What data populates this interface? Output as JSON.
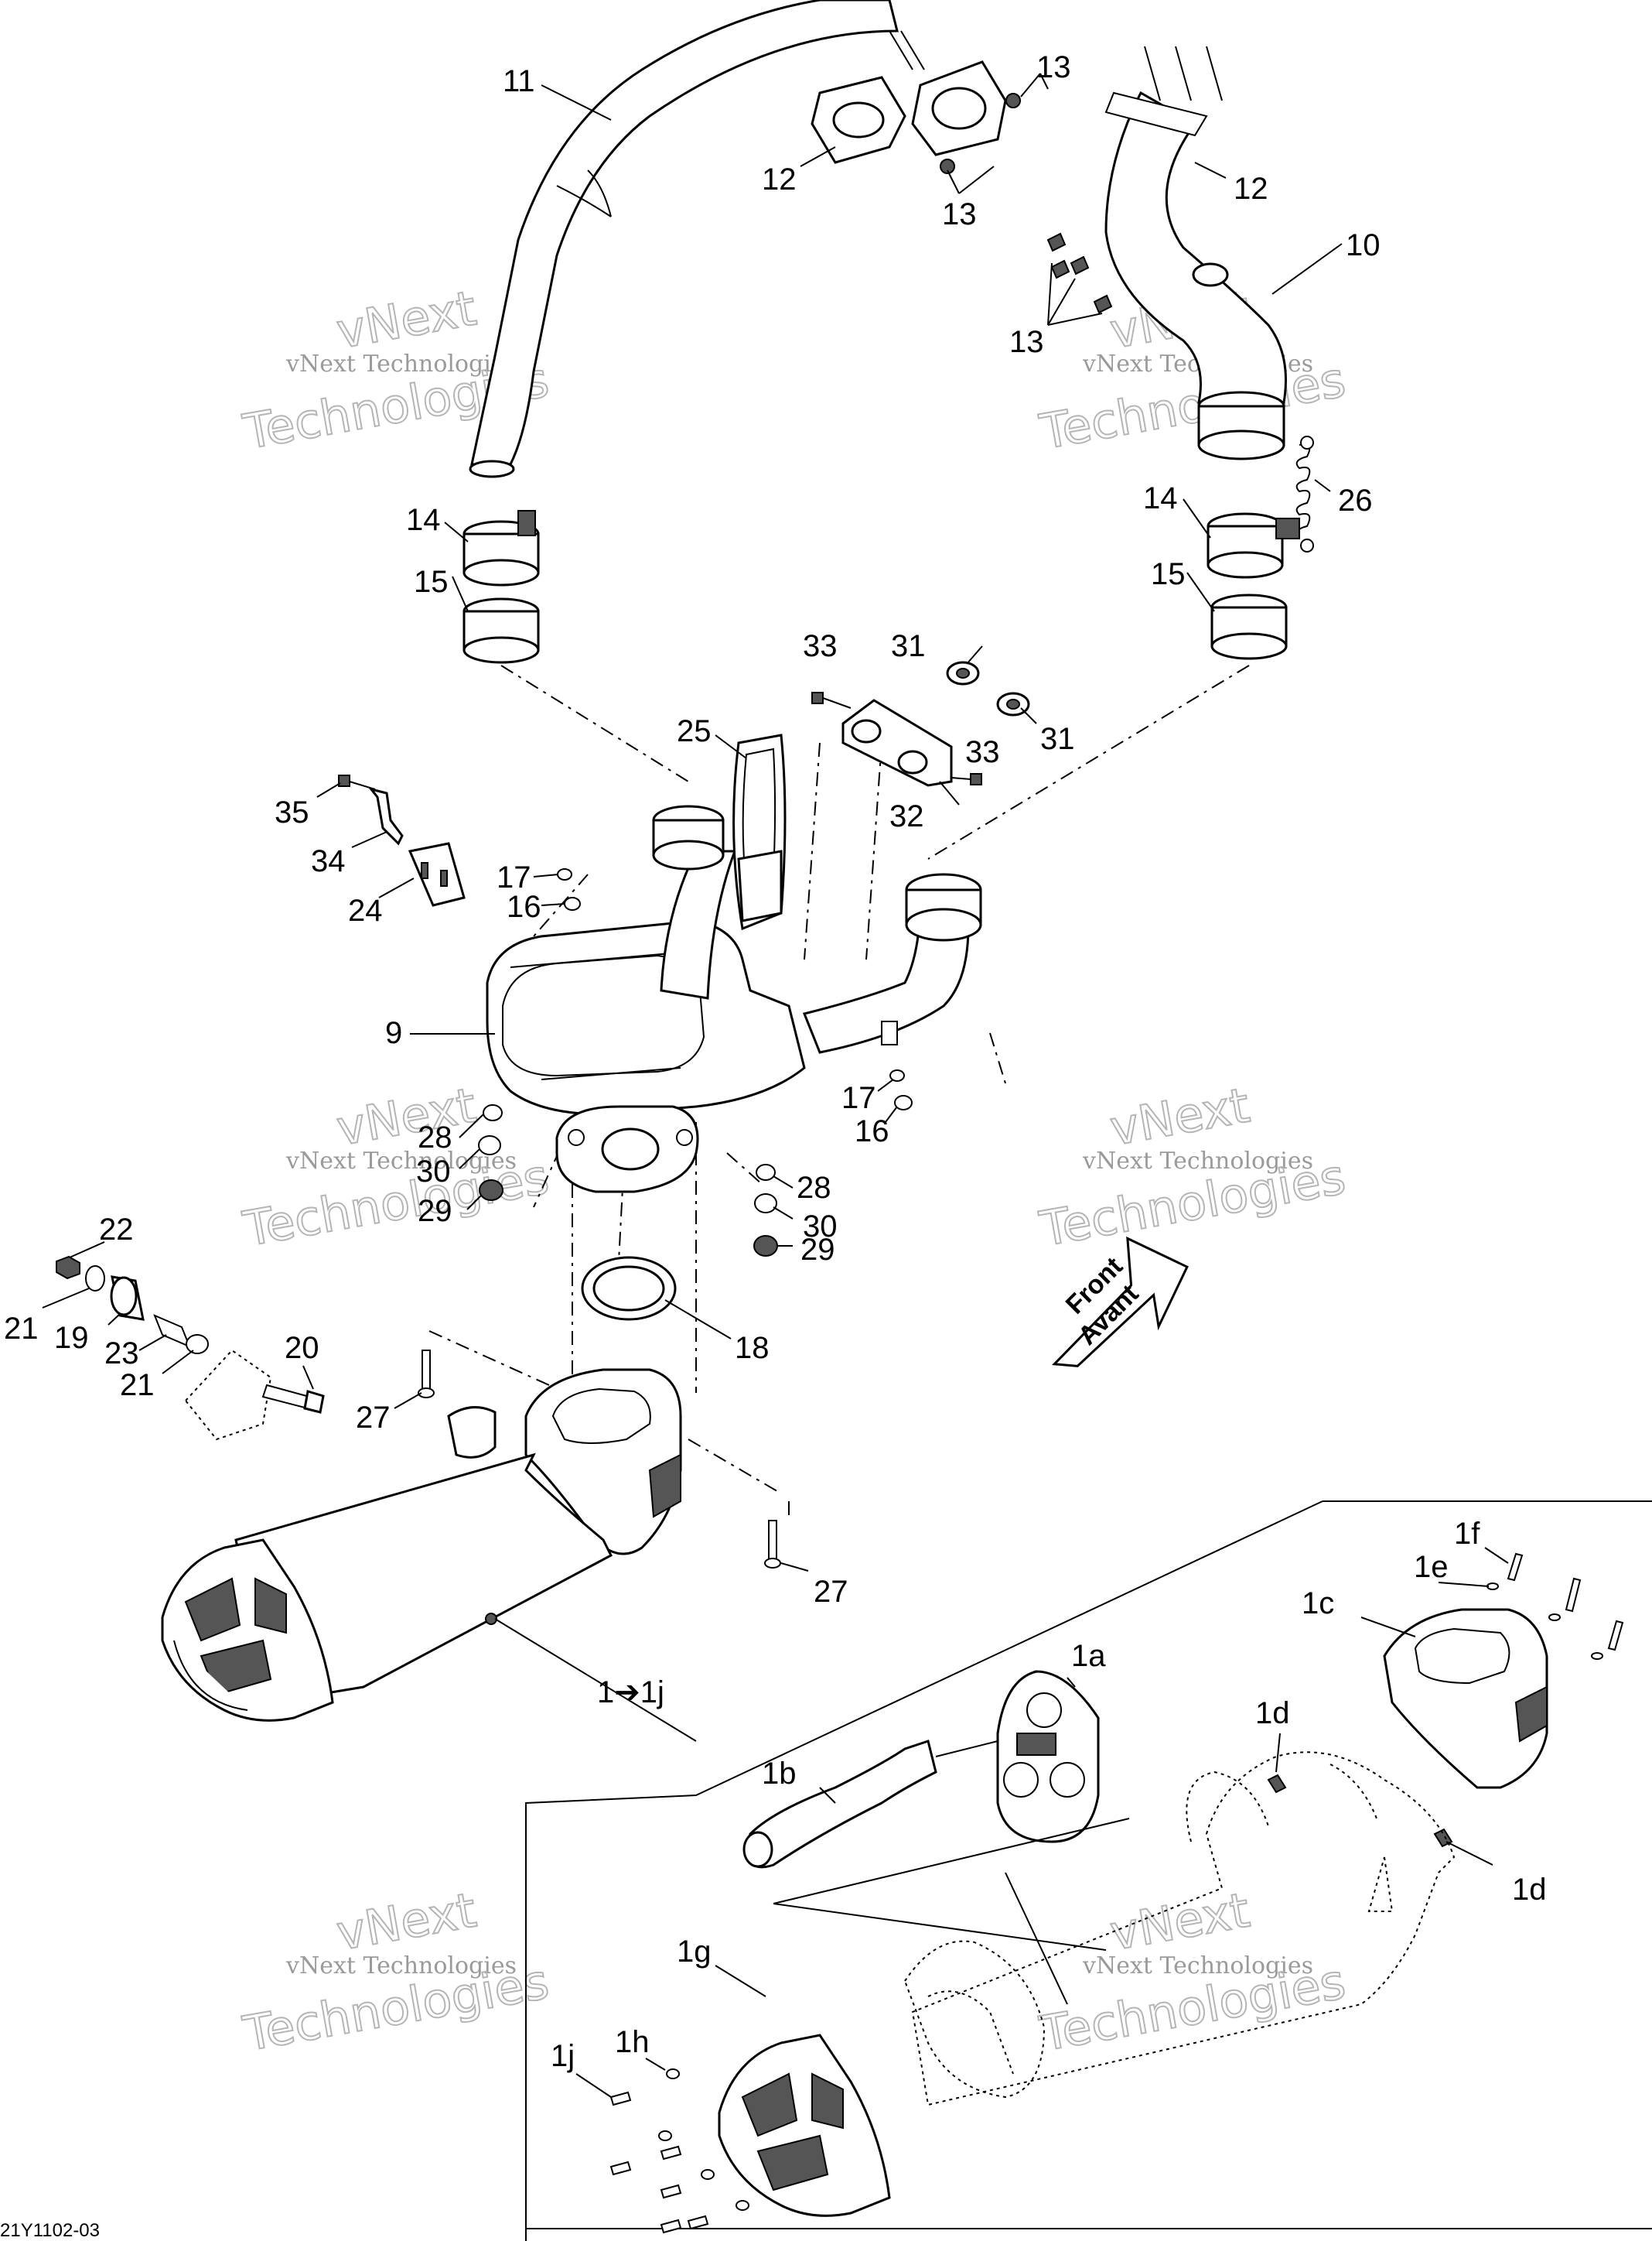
{
  "drawing_number": "21Y1102-03",
  "direction_arrow": {
    "line1": "Front",
    "line2": "Avant"
  },
  "watermark": {
    "line1": "vNext",
    "line2": "vNext Technologies",
    "line3": "Technologies"
  },
  "callouts": {
    "c11": "11",
    "c12a": "12",
    "c12b": "12",
    "c13a": "13",
    "c13b": "13",
    "c13c": "13",
    "c10": "10",
    "c14a": "14",
    "c14b": "14",
    "c15a": "15",
    "c15b": "15",
    "c26": "26",
    "c33a": "33",
    "c31a": "31",
    "c31b": "31",
    "c25": "25",
    "c33b": "33",
    "c32": "32",
    "c35": "35",
    "c34": "34",
    "c17a": "17",
    "c16a": "16",
    "c24": "24",
    "c9": "9",
    "c17b": "17",
    "c16b": "16",
    "c28a": "28",
    "c30a": "30",
    "c29a": "29",
    "c28b": "28",
    "c30b": "30",
    "c29b": "29",
    "c22": "22",
    "c21a": "21",
    "c19": "19",
    "c23": "23",
    "c21b": "21",
    "c20": "20",
    "c27a": "27",
    "c18": "18",
    "c27b": "27",
    "c1": "1➔1j",
    "c1a": "1a",
    "c1b": "1b",
    "c1c": "1c",
    "c1d_a": "1d",
    "c1d_b": "1d",
    "c1e": "1e",
    "c1f": "1f",
    "c1g": "1g",
    "c1h": "1h",
    "c1j": "1j"
  }
}
